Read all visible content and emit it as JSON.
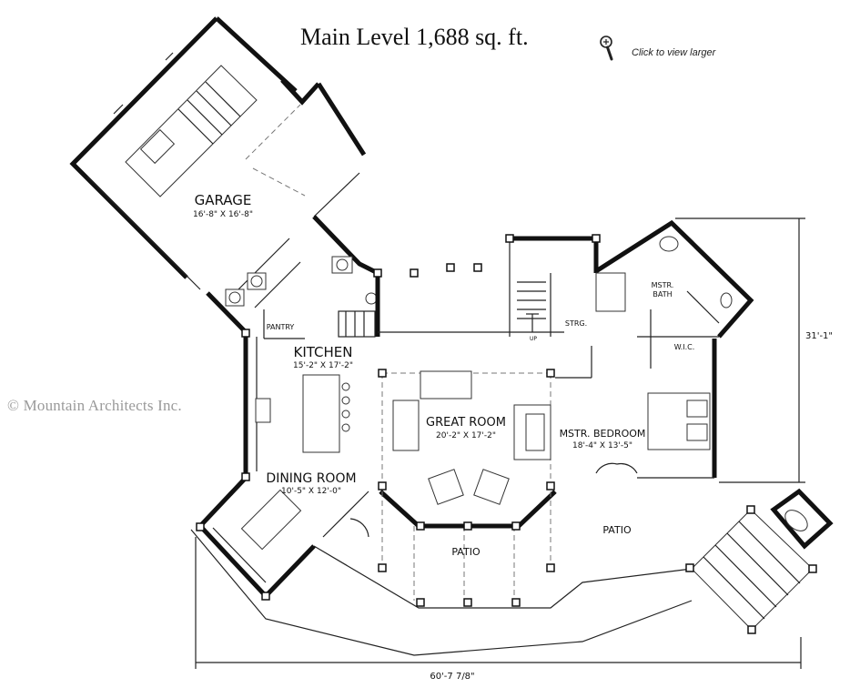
{
  "title": "Main Level 1,688 sq. ft.",
  "zoom_link": {
    "icon": "magnifier-icon",
    "label": "Click to view larger"
  },
  "watermark": "© Mountain Architects Inc.",
  "rooms": {
    "garage": {
      "name": "GARAGE",
      "size": "16'-8\" X 16'-8\""
    },
    "kitchen": {
      "name": "KITCHEN",
      "size": "15'-2\" X 17'-2\""
    },
    "pantry": {
      "name": "PANTRY"
    },
    "dining": {
      "name": "DINING ROOM",
      "size": "10'-5\" X 12'-0\""
    },
    "great_room": {
      "name": "GREAT ROOM",
      "size": "20'-2\" X 17'-2\""
    },
    "master_bedroom": {
      "name": "MSTR. BEDROOM",
      "size": "18'-4\" X 13'-5\""
    },
    "master_bath": {
      "name_line1": "MSTR.",
      "name_line2": "BATH"
    },
    "wic": {
      "name": "W.I.C."
    },
    "storage": {
      "name": "STRG."
    },
    "stairs": {
      "name": "UP"
    },
    "patio_center": {
      "name": "PATIO"
    },
    "patio_right": {
      "name": "PATIO"
    }
  },
  "dimensions": {
    "width_total": "60'-7 7/8\"",
    "depth_right": "31'-1\""
  }
}
